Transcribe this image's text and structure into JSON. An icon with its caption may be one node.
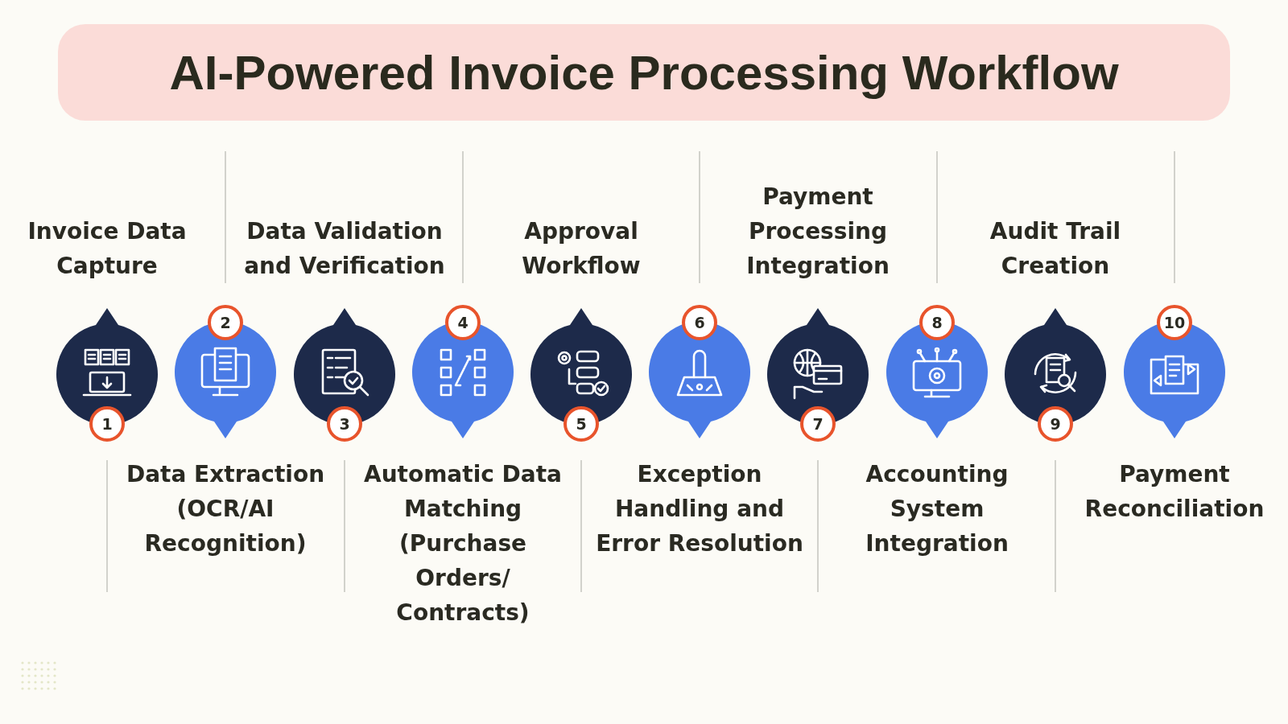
{
  "diagram": {
    "title": "AI-Powered Invoice Processing Workflow",
    "nodes": [
      {
        "text": [
          "1"
        ],
        "beside": [
          "Invoice Data Capture"
        ]
      },
      {
        "text": [
          "2"
        ],
        "beside": [
          "Data Extraction (OCR/AI Recognition)"
        ]
      },
      {
        "text": [
          "3"
        ],
        "beside": [
          "Data Validation and Verification"
        ]
      },
      {
        "text": [
          "4"
        ],
        "beside": [
          "Automatic Data Matching (Purchase Orders/ Contracts)"
        ]
      },
      {
        "text": [
          "5"
        ],
        "beside": [
          "Approval Workflow"
        ]
      },
      {
        "text": [
          "6"
        ],
        "beside": [
          "Exception Handling and Error Resolution"
        ]
      },
      {
        "text": [
          "7"
        ],
        "beside": [
          "Payment Processing Integration"
        ]
      },
      {
        "text": [
          "8"
        ],
        "beside": [
          "Accounting System Integration"
        ]
      },
      {
        "text": [
          "9"
        ],
        "beside": [
          "Audit Trail Creation"
        ]
      },
      {
        "text": [
          "10"
        ],
        "beside": [
          "Payment Reconciliation"
        ]
      }
    ],
    "edges": []
  }
}
